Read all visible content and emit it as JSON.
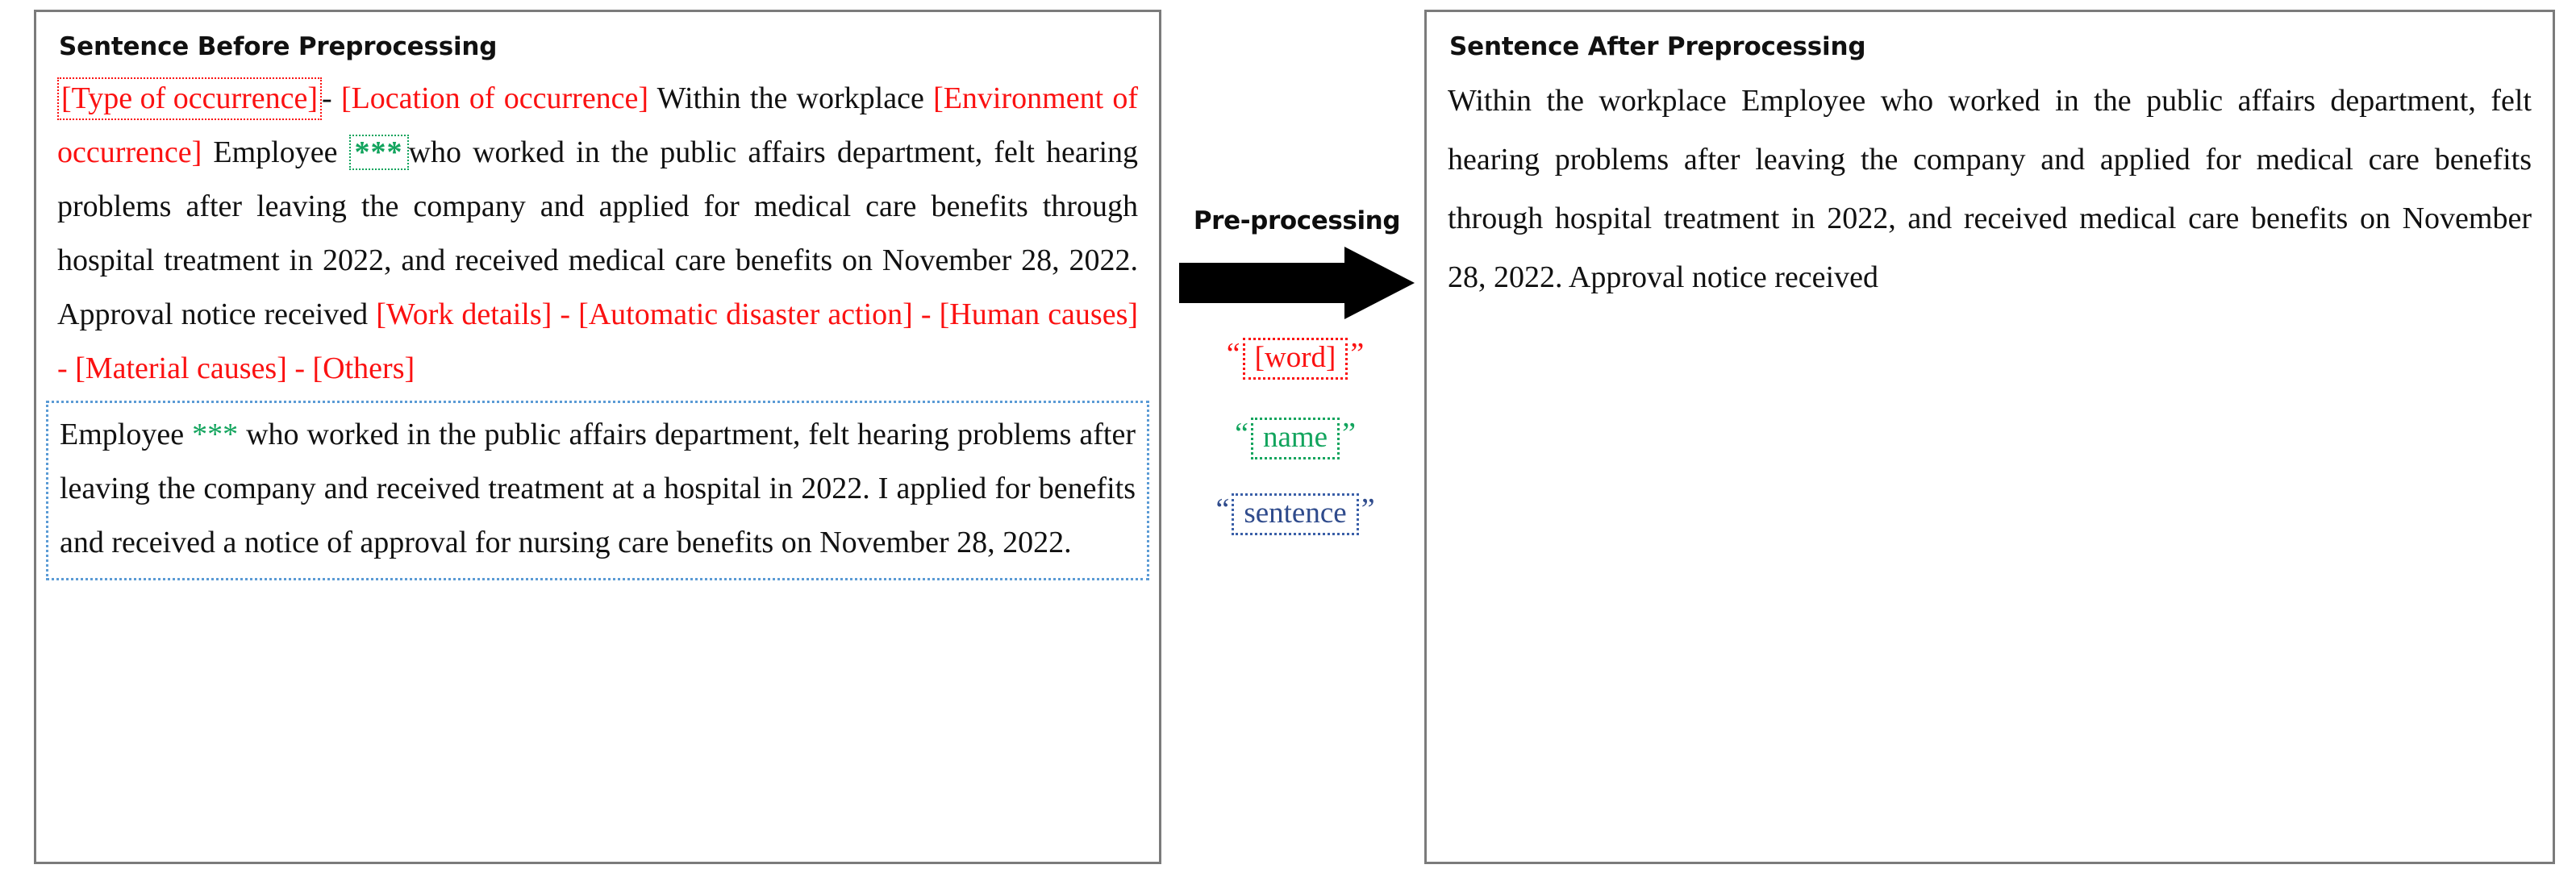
{
  "left_panel": {
    "title": "Sentence Before Preprocessing",
    "tag_type_of_occurrence": "[Type of occurrence]",
    "separator_1": "-",
    "tag_location_of_occurrence": "[Location of occurrence]",
    "text_1": "Within the workplace",
    "tag_environment_of_occurrence": "[Environment of occurrence]",
    "text_2": "Employee",
    "masked_name": "***",
    "text_3": "who worked in the public affairs department, felt hearing problems after leaving the company and applied for medical care benefits through hospital treatment in 2022, and received medical care benefits on November 28, 2022. Approval notice received",
    "tag_work_details": "[Work details]",
    "separator_2": "-",
    "tag_automatic_disaster_action": "[Automatic disaster action]",
    "separator_3": "-",
    "tag_human_causes": "[Human causes]",
    "separator_4": "-",
    "tag_material_causes": "[Material causes]",
    "separator_5": "-",
    "tag_others": "[Others]",
    "blue_block": {
      "text_lead": "Employee",
      "masked_name": "***",
      "text_rest": "who worked in the public affairs department, felt hearing problems after leaving the company and received treatment at a hospital in 2022. I applied for benefits and received a notice of approval for nursing care benefits on November 28, 2022."
    }
  },
  "middle": {
    "label": "Pre-processing",
    "arrow_icon": "right-arrow-icon",
    "legend": [
      {
        "open_quote": "“",
        "label": "[word]",
        "close_quote": "”",
        "color": "#fb1111",
        "name": "word"
      },
      {
        "open_quote": "“",
        "label": "name",
        "close_quote": "”",
        "color": "#12a45d",
        "name": "name"
      },
      {
        "open_quote": "“",
        "label": "sentence",
        "close_quote": "”",
        "color": "#2f4b8c",
        "name": "sentence"
      }
    ]
  },
  "right_panel": {
    "title": "Sentence After Preprocessing",
    "text": "Within the workplace Employee who worked in the public affairs department, felt hearing problems after leaving the company and applied for medical care benefits through hospital treatment in 2022, and received medical care benefits on November 28, 2022. Approval notice received"
  },
  "colors": {
    "red": "#fb1111",
    "green": "#12a45d",
    "blue": "#2f4b8c",
    "blue_border": "#5b9bd5",
    "panel_border": "#7b7b7b",
    "text": "#111111"
  }
}
